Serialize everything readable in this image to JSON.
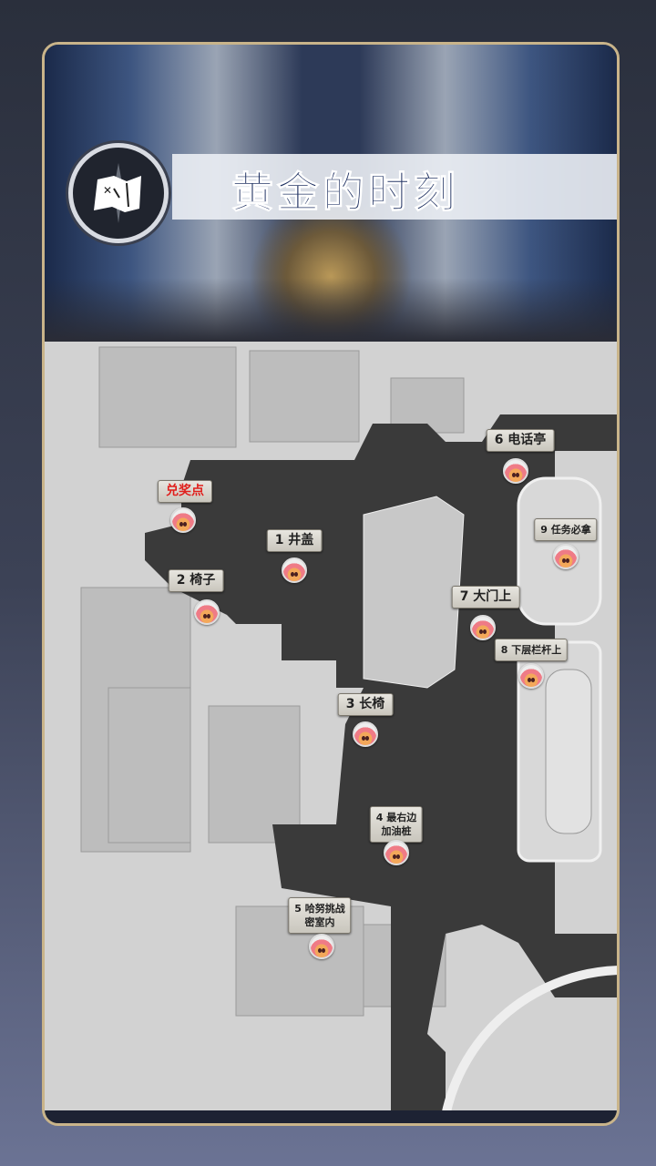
{
  "header": {
    "title": "黄金的时刻",
    "emblem_icon": "treasure-map-icon"
  },
  "map": {
    "markers": [
      {
        "id": "redeem",
        "label": "兑奖点",
        "highlight_color": "#e0201c"
      },
      {
        "id": "1",
        "label": "1 井盖"
      },
      {
        "id": "2",
        "label": "2 椅子"
      },
      {
        "id": "3",
        "label": "3 长椅"
      },
      {
        "id": "4",
        "label_line1": "4 最右边",
        "label_line2": "加油桩"
      },
      {
        "id": "5",
        "label_line1": "5 哈努挑战",
        "label_line2": "密室内"
      },
      {
        "id": "6",
        "label": "6 电话亭"
      },
      {
        "id": "7",
        "label": "7 大门上"
      },
      {
        "id": "8",
        "label": "8 下层栏杆上"
      },
      {
        "id": "9",
        "label": "9 任务必拿"
      }
    ]
  },
  "colors": {
    "frame": "#c9b48a",
    "title": "#1d2f60",
    "path": "#3a3a3a"
  }
}
